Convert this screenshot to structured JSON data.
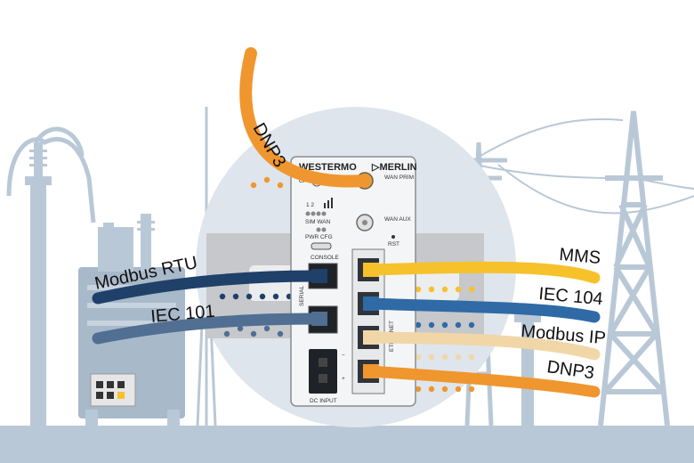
{
  "device": {
    "brand": "WESTERMO",
    "model": "▷MERLIN",
    "labels": {
      "gps": "GPS",
      "wan_prim": "WAN PRIM",
      "wan_aux": "WAN AUX",
      "sim_numbers": "1 2",
      "sim_wan": "SIM WAN",
      "pwr_cfg": "PWR CFG",
      "console": "CONSOLE",
      "serial": "SERIAL",
      "rst": "RST",
      "ethernet": "ETHERNET",
      "plus": "+",
      "minus": "−",
      "dc_input": "DC INPUT"
    }
  },
  "protocols": {
    "dnp3_top": "DNP3",
    "modbus_rtu": "Modbus RTU",
    "iec_101": "IEC 101",
    "mms": "MMS",
    "iec_104": "IEC 104",
    "modbus_ip": "Modbus IP",
    "dnp3_bottom": "DNP3"
  },
  "colors": {
    "orange": "#f0962e",
    "yellow": "#f6c12b",
    "navy": "#1f4068",
    "blue": "#2f6aa6",
    "steel": "#506f92",
    "beige": "#f1d7a8",
    "infra": "#b9c8d6",
    "circle": "#dfe5ec",
    "band": "#c6c8cb"
  }
}
